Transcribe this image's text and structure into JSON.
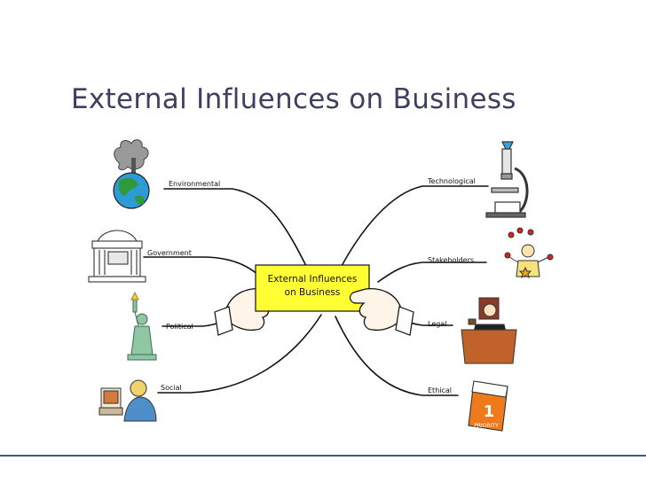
{
  "slide": {
    "title": "External Influences on Business"
  },
  "center_card": {
    "line1": "External Influences",
    "line2": "on Business"
  },
  "branches": {
    "left": [
      "Environmental",
      "Government",
      "Political",
      "Social"
    ],
    "right": [
      "Technological",
      "Stakeholders",
      "Legal",
      "Ethical"
    ]
  },
  "icons": {
    "environmental": "polluted-globe-icon",
    "government": "government-building-icon",
    "political": "statue-of-liberty-icon",
    "social": "people-at-computer-icon",
    "technological": "microscope-icon",
    "stakeholders": "juggler-icon",
    "legal": "judge-icon",
    "ethical": "priority-calendar-icon",
    "priority_label": "PRIORITY",
    "priority_number": "1"
  },
  "colors": {
    "card": "#ffff33",
    "title": "#3f3f5f",
    "rule": "#3d5a80"
  }
}
